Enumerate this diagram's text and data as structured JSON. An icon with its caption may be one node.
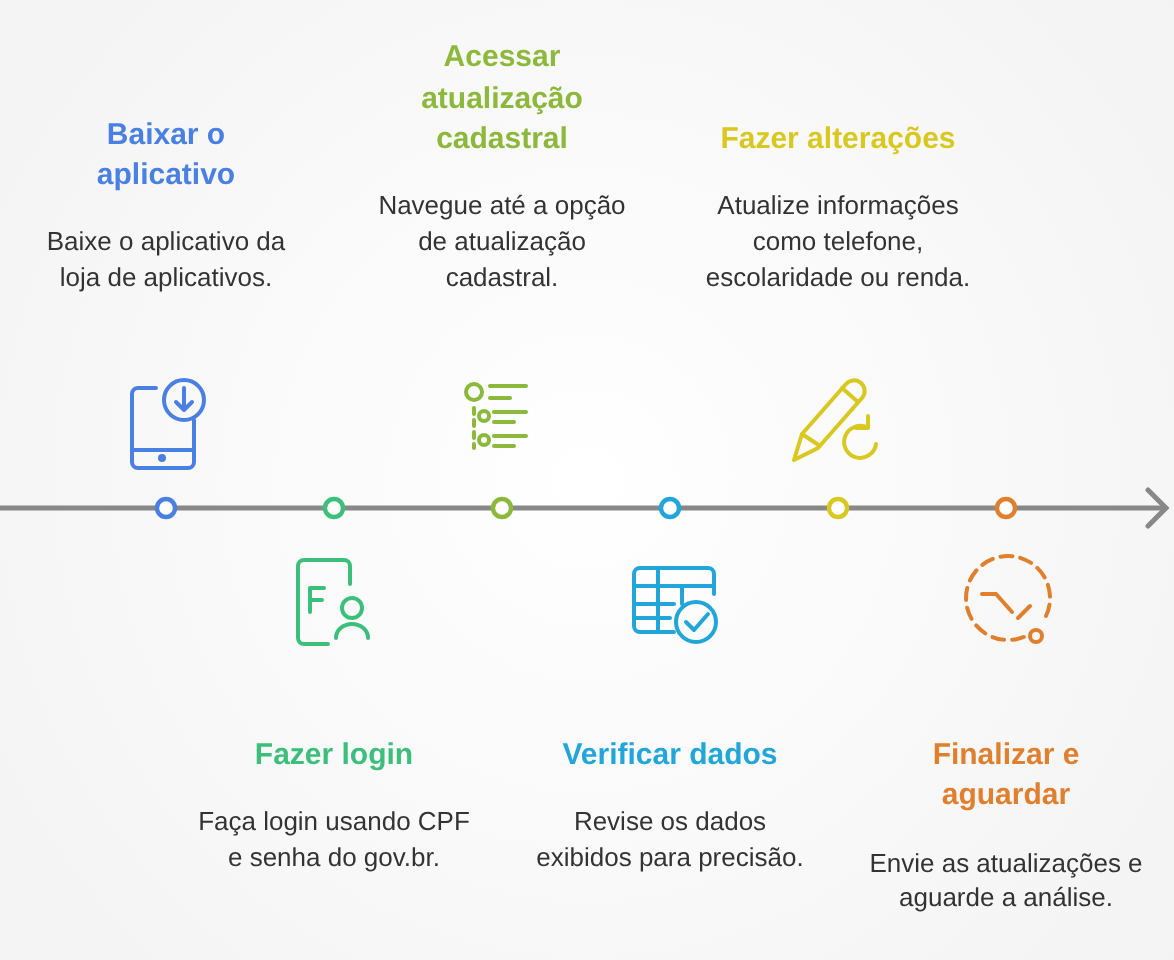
{
  "diagram": {
    "nodes": [
      {
        "text": [
          "Baixar o aplicativo",
          "Baixe o aplicativo da loja de aplicativos."
        ]
      },
      {
        "text": [
          "Fazer login",
          "Faça login usando CPF e senha do gov.br."
        ]
      },
      {
        "text": [
          "Acessar atualização cadastral",
          "Navegue até a opção de atualização cadastral."
        ]
      },
      {
        "text": [
          "Verificar dados",
          "Revise os dados exibidos para precisão."
        ]
      },
      {
        "text": [
          "Fazer alterações",
          "Atualize informações como telefone, escolaridade ou renda."
        ]
      },
      {
        "text": [
          "Finalizar e aguardar",
          "Envie as atualizações e aguarde a análise."
        ]
      }
    ]
  }
}
